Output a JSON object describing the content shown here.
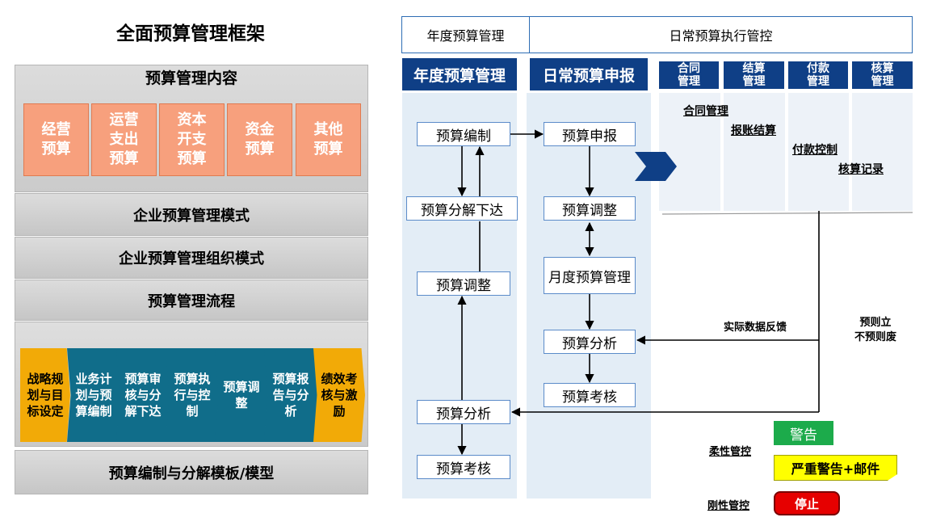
{
  "left": {
    "title": "全面预算管理框架",
    "content_title": "预算管理内容",
    "content_items": [
      "经营\n预算",
      "运营\n支出\n预算",
      "资本\n开支\n预算",
      "资金\n预算",
      "其他\n预算"
    ],
    "bands": [
      "企业预算管理模式",
      "企业预算管理组织模式",
      "预算管理流程"
    ],
    "process_steps": [
      "战略规\n划与目\n标设定",
      "业务计\n划与预\n算编制",
      "预算审\n核与分\n解下达",
      "预算执\n行与控\n制",
      "预算调\n整",
      "预算报\n告与分\n析",
      "绩效考\n核与激\n励"
    ],
    "bottom_band": "预算编制与分解模板/模型"
  },
  "right": {
    "header_annual": "年度预算管理",
    "header_daily": "日常预算执行管控",
    "col_annual": "年度预算管理",
    "col_daily": "日常预算申报",
    "small_headers": [
      "合同\n管理",
      "结算\n管理",
      "付款\n管理",
      "核算\n管理"
    ],
    "annual_steps": {
      "compile": "预算编制",
      "decompose": "预算分解下达",
      "adjust": "预算调整",
      "analysis": "预算分析",
      "assess": "预算考核"
    },
    "daily_steps": {
      "report": "预算申报",
      "adjust": "预算调整",
      "monthly": "月度预算管理",
      "analysis": "预算分析",
      "assess": "预算考核"
    },
    "control_links": [
      "合同管理",
      "报账结算",
      "付款控制",
      "核算记录"
    ],
    "feedback_label": "实际数据反馈",
    "rule_label": "预则立\n不预则废",
    "soft_control": "柔性管控",
    "hard_control": "刚性管控",
    "warn_label": "警告",
    "severe_label": "严重警告+邮件",
    "stop_label": "停止"
  },
  "colors": {
    "navy": "#0f3f86",
    "teal": "#106d8a",
    "gold": "#f2aa07",
    "orange": "#f7a07d",
    "green": "#1cab4b",
    "yellow": "#ffff00",
    "red": "#e60000"
  }
}
